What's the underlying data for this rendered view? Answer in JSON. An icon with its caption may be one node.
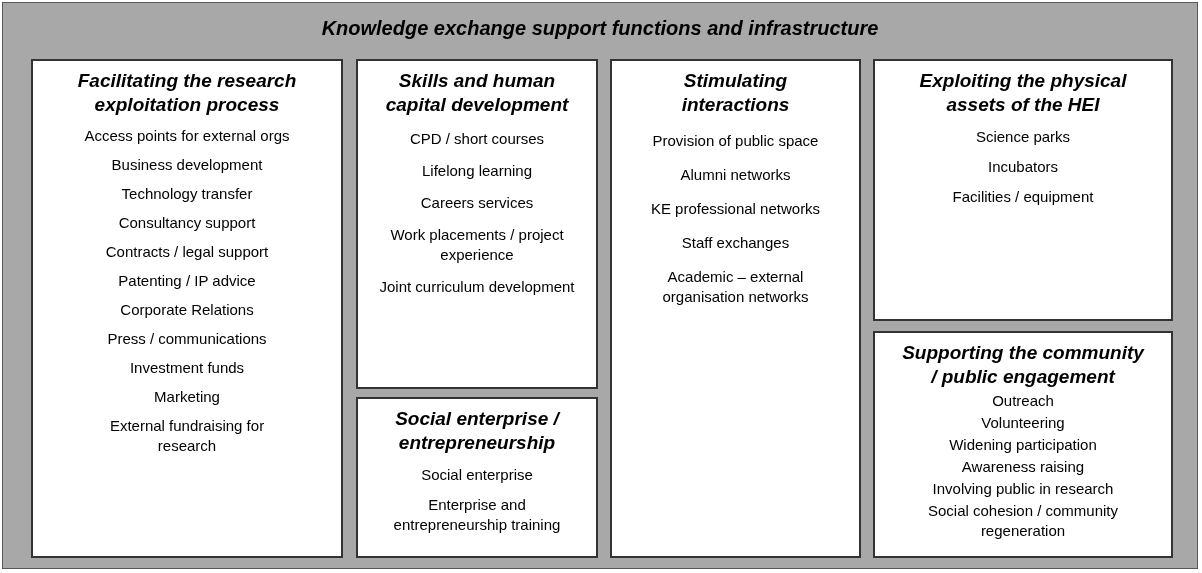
{
  "diagram": {
    "nodes": [
      {
        "text": [
          "Knowledge exchange support functions and infrastructure"
        ]
      },
      {
        "text": [
          "Facilitating the research exploitation process",
          "Access points for external orgs",
          "Business development",
          "Technology transfer",
          "Consultancy support",
          "Contracts / legal support",
          "Patenting / IP advice",
          "Corporate Relations",
          "Press / communications",
          "Investment funds",
          "Marketing",
          "External fundraising for research"
        ],
        "in": 0
      },
      {
        "text": [
          "Skills and human capital development",
          "CPD / short courses",
          "Lifelong learning",
          "Careers services",
          "Work placements / project experience",
          "Joint curriculum development"
        ],
        "in": 0
      },
      {
        "text": [
          "Social enterprise / entrepreneurship",
          "Social enterprise",
          "Enterprise and entrepreneurship training"
        ],
        "in": 0
      },
      {
        "text": [
          "Stimulating interactions",
          "Provision of public space",
          "Alumni networks",
          "KE professional networks",
          "Staff exchanges",
          "Academic – external organisation networks"
        ],
        "in": 0
      },
      {
        "text": [
          "Exploiting the physical assets of the HEI",
          "Science parks",
          "Incubators",
          "Facilities / equipment"
        ],
        "in": 0
      },
      {
        "text": [
          "Supporting the community / public engagement",
          "Outreach",
          "Volunteering",
          "Widening participation",
          "Awareness raising",
          "Involving public in research",
          "Social cohesion / community regeneration"
        ],
        "in": 0
      }
    ]
  }
}
